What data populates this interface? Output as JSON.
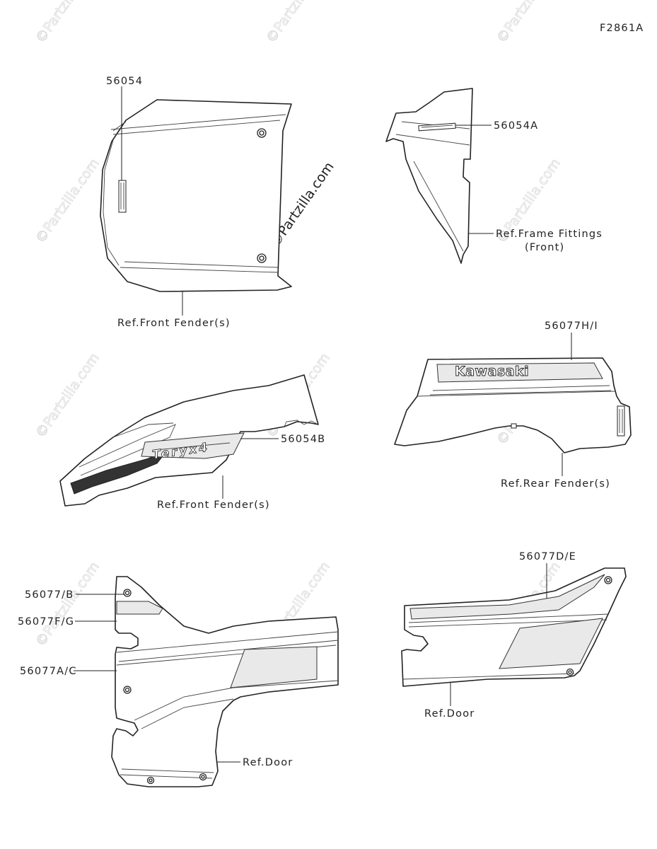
{
  "figure_code": "F2861A",
  "watermark": "©Partzilla.com",
  "center_watermark": "©Partzilla.com",
  "decal_texts": {
    "brand": "Kawasaki",
    "model": "Teryx4"
  },
  "labels": {
    "p56054": "56054",
    "p56054A": "56054A",
    "p56054B": "56054B",
    "p56077HI": "56077H/I",
    "p56077DE": "56077D/E",
    "p56077B": "56077/B",
    "p56077FG": "56077F/G",
    "p56077AC": "56077A/C",
    "ref_front_fender_1": "Ref.Front Fender(s)",
    "ref_front_fender_2": "Ref.Front Fender(s)",
    "ref_frame_fittings_1": "Ref.Frame Fittings",
    "ref_frame_fittings_2": "(Front)",
    "ref_rear_fender": "Ref.Rear Fender(s)",
    "ref_door_1": "Ref.Door",
    "ref_door_2": "Ref.Door"
  }
}
